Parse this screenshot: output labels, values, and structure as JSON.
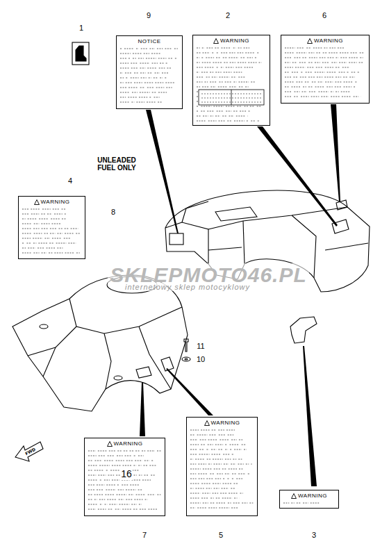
{
  "diagram": {
    "nodes": [
      {
        "text": [
          "NOTICE"
        ]
      },
      {
        "text": [
          "WARNING"
        ]
      },
      {
        "text": [
          "WARNING"
        ]
      },
      {
        "text": [
          "WARNING"
        ]
      },
      {
        "text": [
          "WARNING"
        ]
      },
      {
        "text": [
          "WARNING"
        ]
      },
      {
        "text": [
          "WARNING"
        ]
      }
    ],
    "labels": [
      "1",
      "9",
      "2",
      "6",
      "UNLEADED FUEL ONLY",
      "8",
      "4",
      "11",
      "10",
      "16",
      "7",
      "5",
      "3",
      "FWD",
      "SKLEPMOTO46.PL",
      "internetowy sklep motocyklowy"
    ]
  }
}
